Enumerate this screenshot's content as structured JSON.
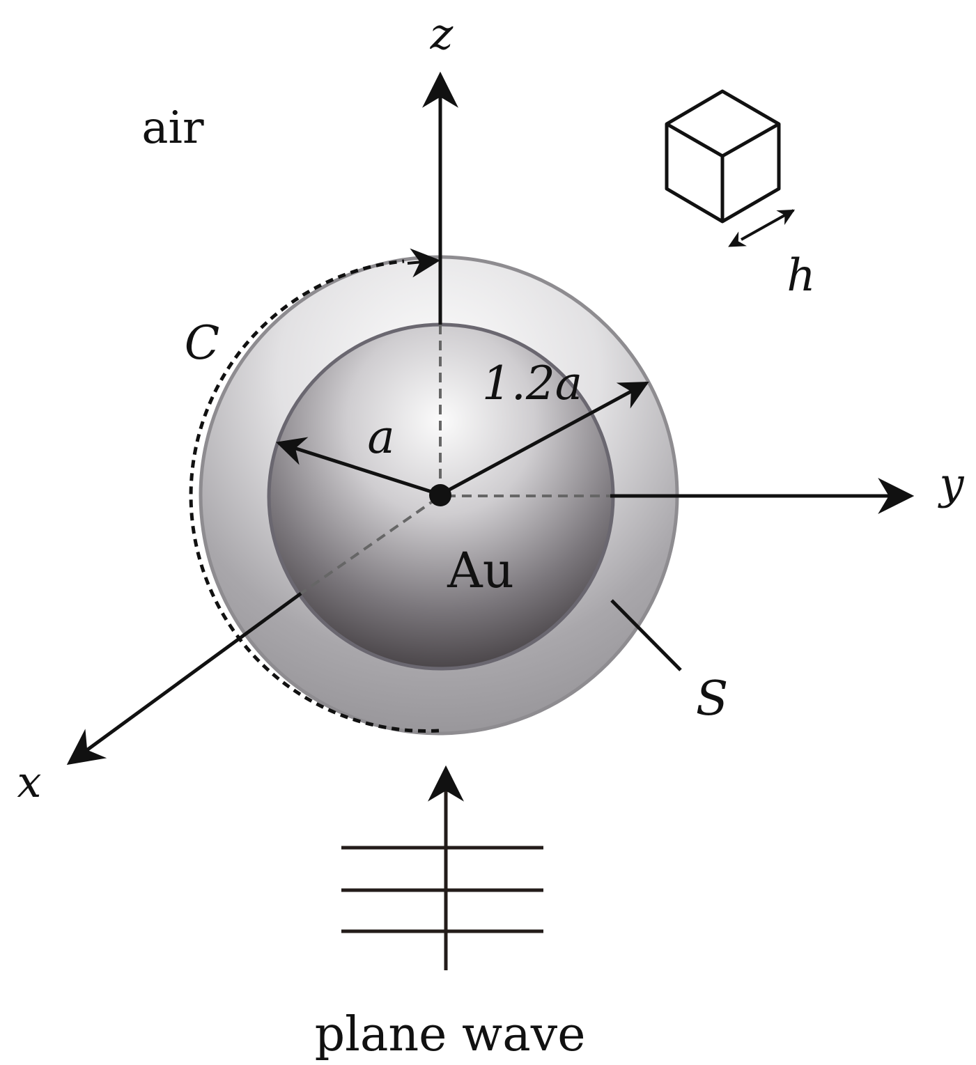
{
  "labels": {
    "z_axis": "z",
    "y_axis": "y",
    "x_axis": "x",
    "medium": "air",
    "mesh_size": "h",
    "contour": "C",
    "shell_radius": "1.2a",
    "core_radius": "a",
    "core_material": "Au",
    "surface": "S",
    "source": "plane wave"
  },
  "colors": {
    "line": "#111111",
    "shell_outline": "#8e8c90",
    "core_outline": "#6a6770",
    "dashed_axis": "#666666"
  },
  "icons": {
    "mesh_element": "cube-icon",
    "source": "plane-wave-icon"
  }
}
